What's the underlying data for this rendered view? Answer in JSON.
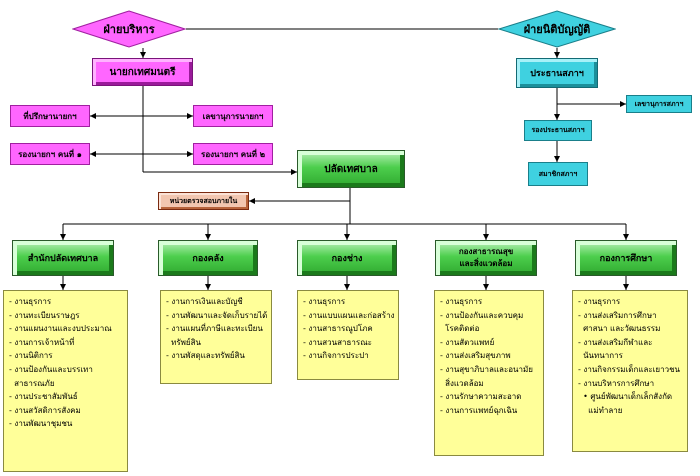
{
  "executive": {
    "label": "ฝ่ายบริหาร",
    "color": "#ff66ff"
  },
  "legislative": {
    "label": "ฝ่ายนิติบัญญัติ",
    "color": "#3fd1e0"
  },
  "mayor": "นายกเทศมนตรี",
  "advisor": "ที่ปรึกษานายกฯ",
  "mayor_secretary": "เลขานุการนายกฯ",
  "deputy_mayor_1": "รองนายกฯ คนที่ ๑",
  "deputy_mayor_2": "รองนายกฯ คนที่ ๒",
  "clerk": "ปลัดเทศบาล",
  "internal_audit": "หน่วยตรวจสอบภายใน",
  "council_president": "ประธานสภาฯ",
  "council_secretary": "เลขานุการสภาฯ",
  "council_vice": "รองประธานสภาฯ",
  "council_members": "สมาชิกสภาฯ",
  "departments": [
    {
      "name": "สำนักปลัดเทศบาล",
      "items": [
        "- งานธุรการ",
        "- งานทะเบียนราษฎร",
        "- งานแผนงานและงบประมาณ",
        "- งานการเจ้าหน้าที่",
        "- งานนิติการ",
        "- งานป้องกันและบรรเทา",
        "  สาธารณภัย",
        "- งานประชาสัมพันธ์",
        "- งานสวัสดิการสังคม",
        "- งานพัฒนาชุมชน"
      ]
    },
    {
      "name": "กองคลัง",
      "items": [
        "- งานการเงินและบัญชี",
        "- งานพัฒนาและจัดเก็บรายได้",
        "- งานแผนที่ภาษีและทะเบียน",
        "  ทรัพย์สิน",
        "- งานพัสดุและทรัพย์สิน"
      ]
    },
    {
      "name": "กองช่าง",
      "items": [
        "- งานธุรการ",
        "- งานแบบแผนและก่อสร้าง",
        "- งานสาธารณูปโภค",
        "- งานสวนสาธารณะ",
        "- งานกิจการประปา"
      ]
    },
    {
      "name": "กองสาธารณสุข\nและสิ่งแวดล้อม",
      "items": [
        "- งานธุรการ",
        "- งานป้องกันและควบคุม",
        "  โรคติดต่อ",
        "- งานสัตวแพทย์",
        "- งานส่งเสริมสุขภาพ",
        "- งานสุขาภิบาลและอนามัย",
        "  สิ่งแวดล้อม",
        "- งานรักษาความสะอาด",
        "- งานการแพทย์ฉุกเฉิน"
      ]
    },
    {
      "name": "กองการศึกษา",
      "items": [
        "- งานธุรการ",
        "- งานส่งเสริมการศึกษา",
        "  ศาสนา และวัฒนธรรม",
        "- งานส่งเสริมกีฬาและ",
        "  นันทนาการ",
        "- งานกิจกรรมเด็กและเยาวชน",
        "- งานบริหารการศึกษา",
        "  • ศูนย์พัฒนาเด็กเล็กสังกัด",
        "    แม่ทำลาย"
      ]
    }
  ]
}
